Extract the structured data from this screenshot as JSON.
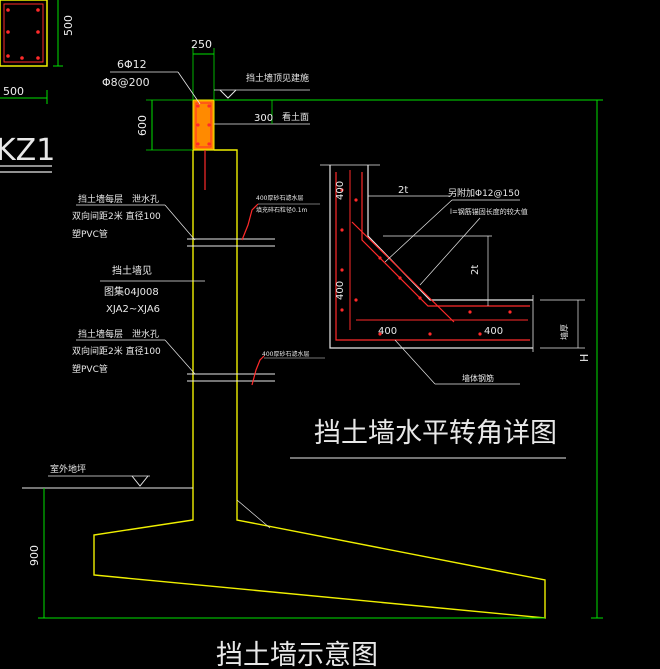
{
  "colors": {
    "background": "#000000",
    "wall_outline": "#f0f000",
    "rebar": "#ff2a2a",
    "dimension": "#00e000",
    "text": "#e8e8e8",
    "beam_fill": "#ff8a00"
  },
  "column": {
    "dim_right": "500",
    "dim_bottom": "500",
    "label": "KZ1"
  },
  "top_beam": {
    "dim_width": "250",
    "rebar_main": "6Φ12",
    "rebar_stirrup": "Φ8@200",
    "dim_height": "600",
    "top_label": "挡土墙顶见建施",
    "dim_300": "300",
    "ground_label": "看土面"
  },
  "wall_notes": {
    "drain_1": "挡土墙每层　泄水孔",
    "drain_1b": "双向间距2米 直径100",
    "drain_1c": "塑PVC管",
    "rebar_note_1": "400厚砂石滤水层",
    "rebar_note_1b": "填充碎石粒径0.1m",
    "wall_ref": "挡土墙见",
    "wall_ref_b": "图集04J008",
    "wall_ref_c": "XJA2~XJA6",
    "drain_2": "挡土墙每层　泄水孔",
    "drain_2b": "双向间距2米 直径100",
    "drain_2c": "塑PVC管",
    "rebar_note_2": "400厚砂石滤水层"
  },
  "corner_detail": {
    "dim_400_top": "400",
    "dim_400_mid": "400",
    "dim_400_bottom_left": "400",
    "dim_400_bottom_right": "400",
    "lt_top": "2t",
    "lt_right": "2t",
    "note_top": "另附加Φ12@150",
    "note_top_b": "l=钢筋锚固长度的较大值",
    "note_bottom": "墙体钢筋",
    "wall_thickness_label": "墙厚",
    "dim_h": "H",
    "title": "挡土墙水平转角详图"
  },
  "ground": {
    "label": "室外地坪",
    "dim_900": "900"
  },
  "main_title": "挡土墙示意图"
}
